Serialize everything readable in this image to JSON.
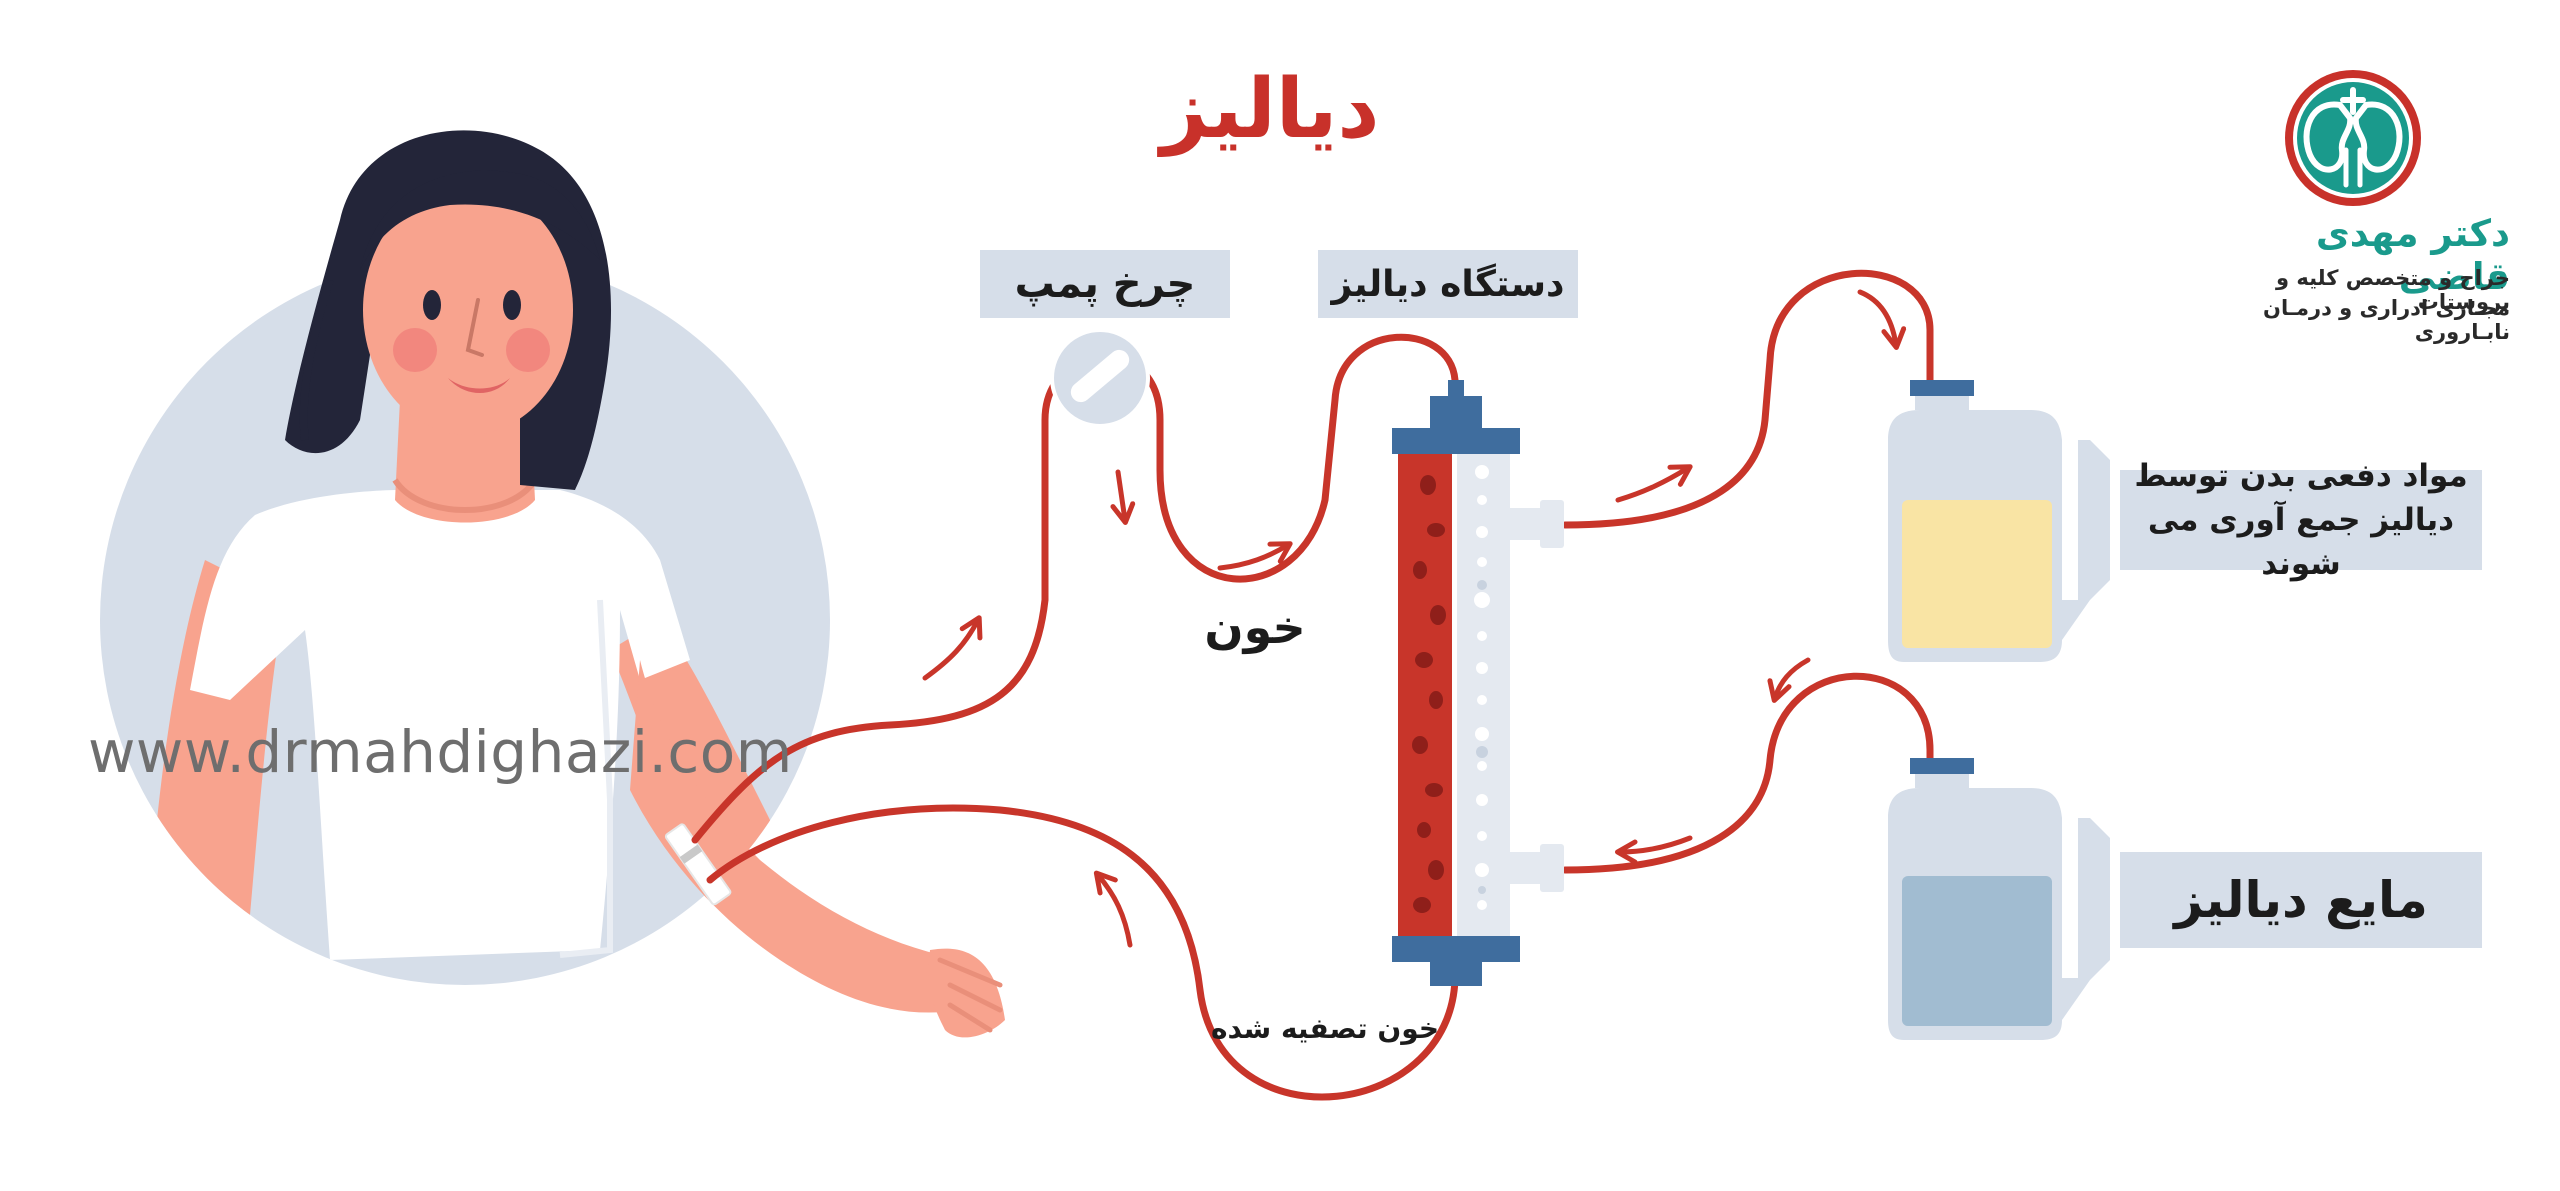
{
  "title": "دیالیز",
  "labels": {
    "pump": "چرخ پمپ",
    "machine": "دستگاه دیالیز",
    "blood": "خون",
    "clean_blood": "خون تصفیه شده",
    "waste": "مواد دفعی بدن توسط دیالیز جمع آوری می شوند",
    "fluid": "مایع دیالیز"
  },
  "logo": {
    "name": "دکتر مهدی قاضی",
    "line1": "جراح و متخصص کلیه و پروستات",
    "line2": "مجـاری ادراری و درمـان نابـاروری"
  },
  "watermark": "www.drmahdighazi.com",
  "colors": {
    "tube": "#c8352a",
    "accent_title": "#c8312a",
    "teal": "#1a9a8c",
    "cap_blue": "#3f6d9e",
    "pale_blue": "#d6dee9",
    "waste_fluid": "#f9e4a4",
    "dialysis_fluid": "#a1bcd1"
  },
  "icons": {
    "logo": "kidney-logo-icon",
    "pump": "pump-wheel-icon",
    "filter": "dialyzer-filter-icon",
    "jug_waste": "waste-jug-icon",
    "jug_fluid": "dialysis-fluid-jug-icon",
    "person": "patient-illustration"
  }
}
